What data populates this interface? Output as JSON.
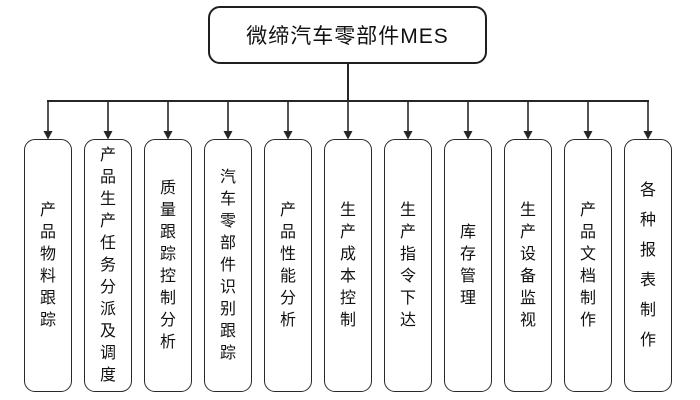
{
  "root": {
    "title": "微缔汽车零部件MES"
  },
  "modules": [
    {
      "label": "产品物料跟踪"
    },
    {
      "label": "产品生产任务分派及调度"
    },
    {
      "label": "质量跟踪控制分析"
    },
    {
      "label": "汽车零部件识别跟踪"
    },
    {
      "label": "产品性能分析"
    },
    {
      "label": "生产成本控制"
    },
    {
      "label": "生产指令下达"
    },
    {
      "label": "库存管理"
    },
    {
      "label": "生产设备监视"
    },
    {
      "label": "产品文档制作"
    },
    {
      "label": "各种报表制作"
    }
  ],
  "colors": {
    "line": "#262626",
    "border": "#2a2a2a",
    "text": "#111111",
    "background": "#ffffff"
  }
}
